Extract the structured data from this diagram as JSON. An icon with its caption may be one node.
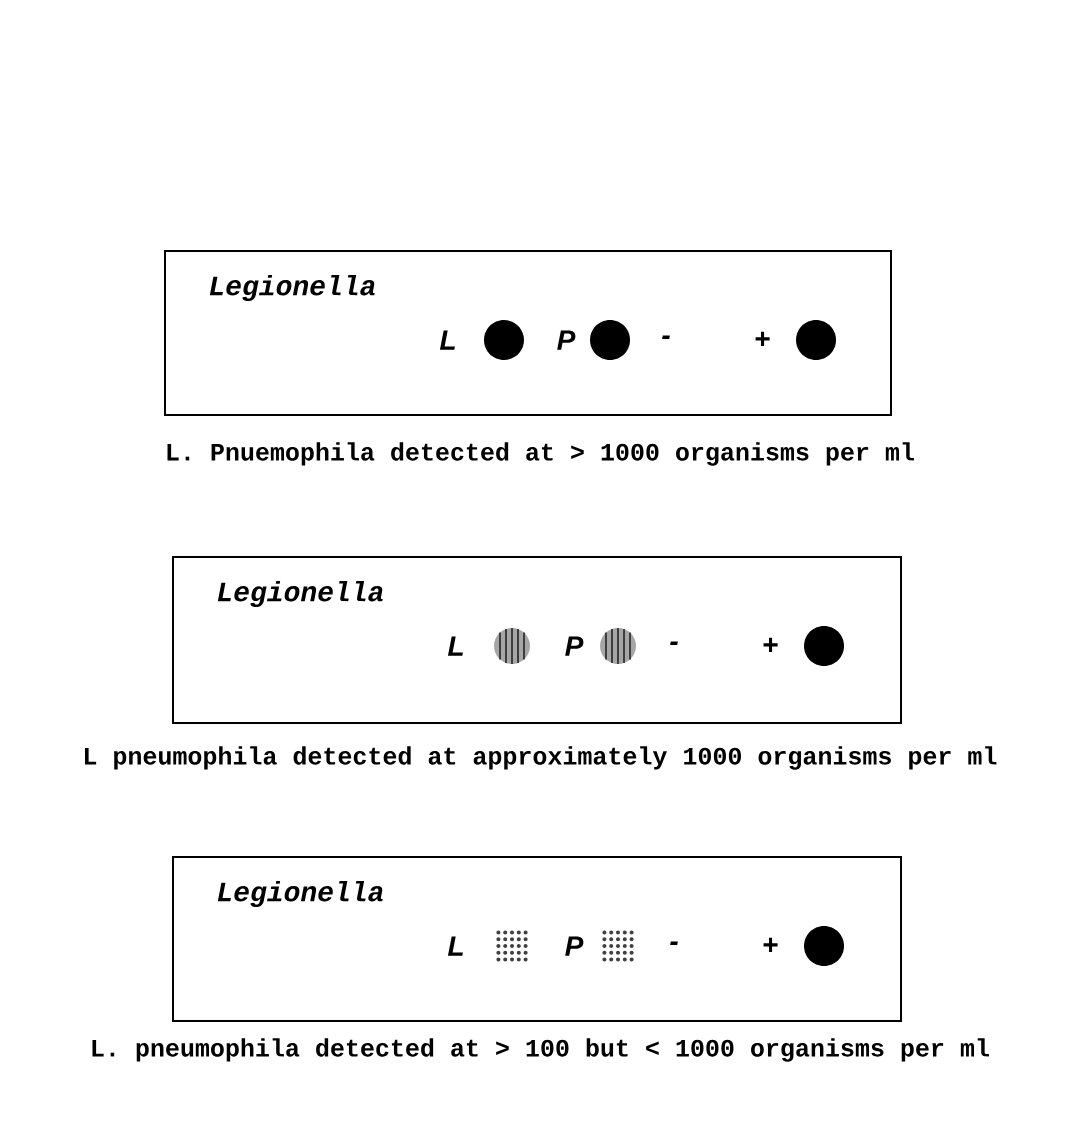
{
  "diagram": {
    "nodes": [
      {
        "text": [
          "Legionella",
          "L",
          "P",
          "-",
          "+"
        ],
        "beside": [
          "L. Pnuemophila detected at > 1000 organisms per ml"
        ]
      },
      {
        "text": [
          "Legionella",
          "L",
          "P",
          "-",
          "+"
        ],
        "beside": [
          "L pneumophila detected at approximately 1000 organisms per ml"
        ]
      },
      {
        "text": [
          "Legionella",
          "L",
          "P",
          "-",
          "+"
        ],
        "beside": [
          "L. pneumophila detected at > 100 but < 1000 organisms per ml"
        ]
      }
    ]
  }
}
